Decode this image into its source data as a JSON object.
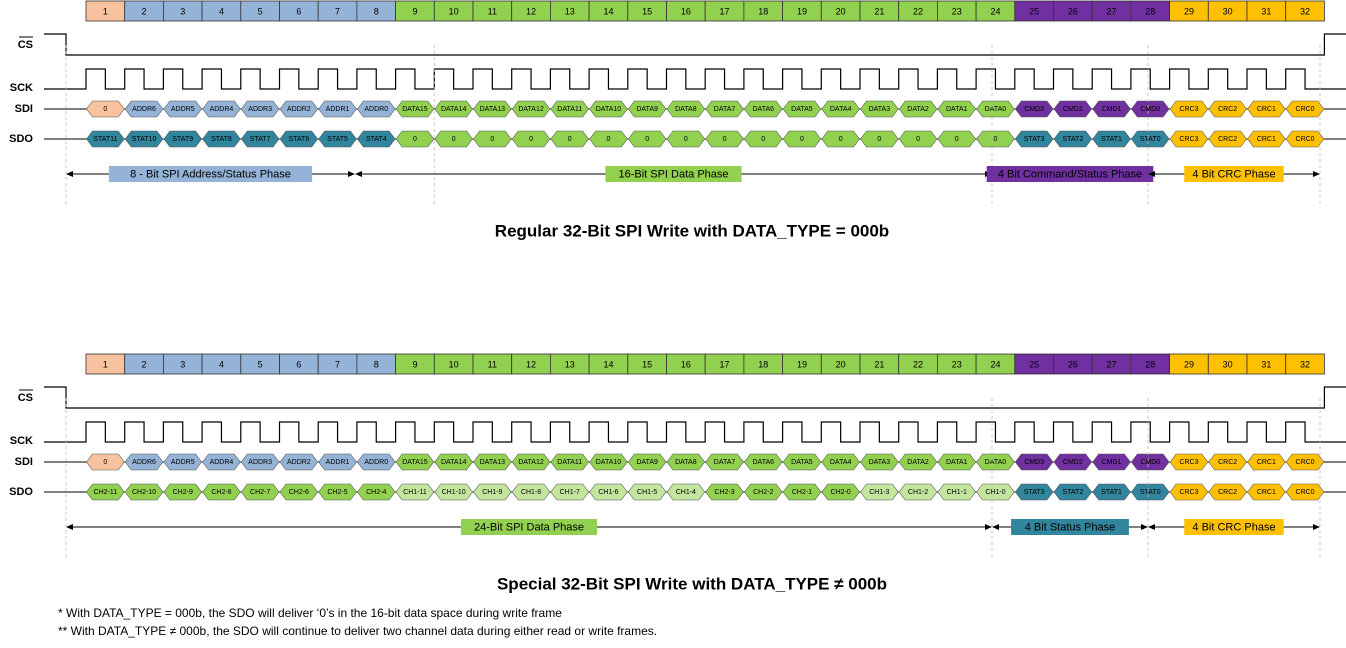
{
  "colors": {
    "addr": "#95b3d7",
    "addr_sdo": "#31859c",
    "addr_first": "#f7c29e",
    "data": "#92d050",
    "data_light": "#c4e59e",
    "cmd": "#7030a0",
    "crc": "#ffc000",
    "status_text": "#ffffff",
    "line": "#000000"
  },
  "signal_labels": {
    "cs": "CS",
    "sck": "SCK",
    "sdi": "SDI",
    "sdo": "SDO"
  },
  "bit_numbers": [
    "1",
    "2",
    "3",
    "4",
    "5",
    "6",
    "7",
    "8",
    "9",
    "10",
    "11",
    "12",
    "13",
    "14",
    "15",
    "16",
    "17",
    "18",
    "19",
    "20",
    "21",
    "22",
    "23",
    "24",
    "25",
    "26",
    "27",
    "28",
    "29",
    "30",
    "31",
    "32"
  ],
  "frames": [
    {
      "title": "Regular 32-Bit SPI Write with DATA_TYPE = 000b",
      "sdi": [
        "0",
        "ADDR6",
        "ADDR5",
        "ADDR4",
        "ADDR3",
        "ADDR2",
        "ADDR1",
        "ADDR0",
        "DATA15",
        "DATA14",
        "DATA13",
        "DATA12",
        "DATA11",
        "DATA10",
        "DATA9",
        "DATA8",
        "DATA7",
        "DATA6",
        "DATA5",
        "DATA4",
        "DATA3",
        "DATA2",
        "DATA1",
        "DATA0",
        "CMD3",
        "CMD2",
        "CMD1",
        "CMD0",
        "CRC3",
        "CRC2",
        "CRC1",
        "CRC0"
      ],
      "sdo": [
        "STAT11",
        "STAT10",
        "STAT9",
        "STAT8",
        "STAT7",
        "STAT6",
        "STAT5",
        "STAT4",
        "0",
        "0",
        "0",
        "0",
        "0",
        "0",
        "0",
        "0",
        "0",
        "0",
        "0",
        "0",
        "0",
        "0",
        "0",
        "0",
        "STAT3",
        "STAT2",
        "STAT1",
        "STAT0",
        "CRC3",
        "CRC2",
        "CRC1",
        "CRC0"
      ],
      "phases": [
        {
          "label": "8 - Bit SPI Address/Status Phase"
        },
        {
          "label": "16-Bit SPI Data Phase"
        },
        {
          "label": "4 Bit Command/Status Phase"
        },
        {
          "label": "4 Bit CRC Phase"
        }
      ]
    },
    {
      "title": "Special 32-Bit SPI Write with DATA_TYPE ≠ 000b",
      "sdi": [
        "0",
        "ADDR6",
        "ADDR5",
        "ADDR4",
        "ADDR3",
        "ADDR2",
        "ADDR1",
        "ADDR0",
        "DATA15",
        "DATA14",
        "DATA13",
        "DATA12",
        "DATA11",
        "DATA10",
        "DATA9",
        "DATA8",
        "DATA7",
        "DATA6",
        "DATA5",
        "DATA4",
        "DATA3",
        "DATA2",
        "DATA1",
        "DATA0",
        "CMD3",
        "CMD2",
        "CMD1",
        "CMD0",
        "CRC3",
        "CRC2",
        "CRC1",
        "CRC0"
      ],
      "sdo": [
        "CH2-11",
        "CH2-10",
        "CH2-9",
        "CH2-8",
        "CH2-7",
        "CH2-6",
        "CH2-5",
        "CH2-4",
        "CH1-11",
        "CH1-10",
        "CH1-9",
        "CH1-8",
        "CH1-7",
        "CH1-6",
        "CH1-5",
        "CH1-4",
        "CH2-3",
        "CH2-2",
        "CH2-1",
        "CH2-0",
        "CH1-3",
        "CH1-2",
        "CH1-1",
        "CH1-0",
        "STAT3",
        "STAT2",
        "STAT1",
        "STAT0",
        "CRC3",
        "CRC2",
        "CRC1",
        "CRC0"
      ],
      "phases": [
        {
          "label": "24-Bit SPI Data Phase"
        },
        {
          "label": "4 Bit Status Phase"
        },
        {
          "label": "4 Bit CRC Phase"
        }
      ]
    }
  ],
  "footnotes": [
    "*   With DATA_TYPE =  000b, the SDO will deliver ‘0’s in the 16-bit data space during write frame",
    "** With DATA_TYPE ≠ 000b, the SDO will continue to deliver two channel data during either read or write frames."
  ]
}
